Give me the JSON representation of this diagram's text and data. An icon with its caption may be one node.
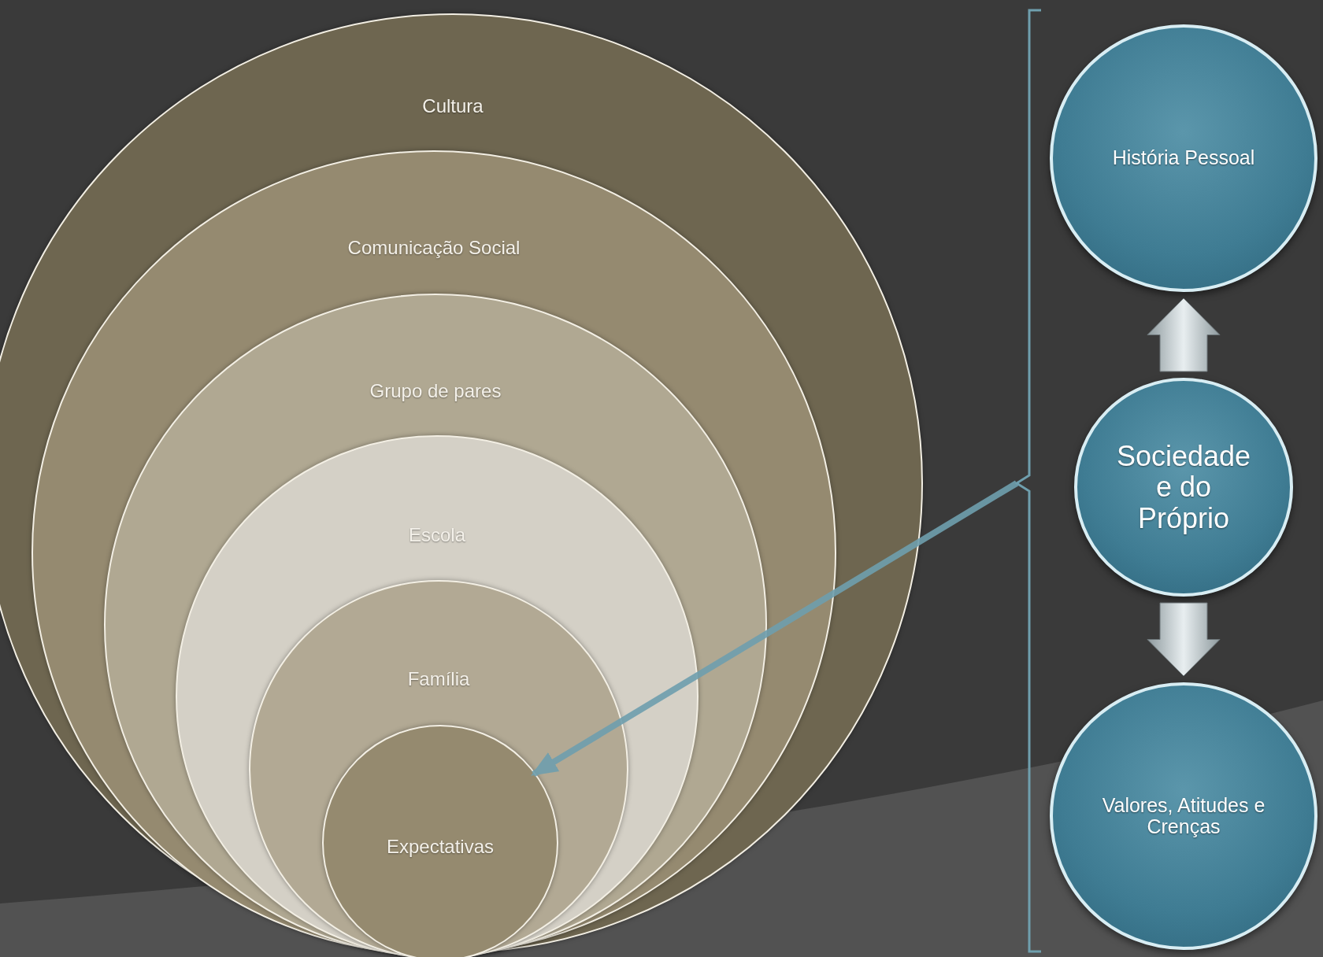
{
  "diagram": {
    "nodes": [
      {
        "text": [
          "Cultura"
        ]
      },
      {
        "text": [
          "Comunicação Social"
        ],
        "in": 0
      },
      {
        "text": [
          "Grupo de pares"
        ],
        "in": 1
      },
      {
        "text": [
          "Escola"
        ],
        "in": 2
      },
      {
        "text": [
          "Família"
        ],
        "in": 3
      },
      {
        "text": [
          "Expectativas"
        ],
        "in": 4
      },
      {
        "text": [],
        "shape": "bracket"
      },
      {
        "text": [
          "História Pessoal"
        ]
      },
      {
        "text": [
          "Sociedade e do Próprio"
        ]
      },
      {
        "text": [
          "Valores, Atitudes e Crenças"
        ]
      }
    ],
    "edges": [
      {
        "from": 6,
        "to": 5,
        "arrow": "to",
        "color": "#6f9fae"
      },
      {
        "from": 8,
        "to": 7,
        "arrow": "to"
      },
      {
        "from": 8,
        "to": 9,
        "arrow": "to"
      }
    ]
  }
}
